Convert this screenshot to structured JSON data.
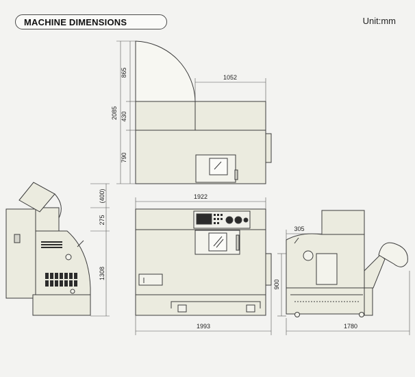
{
  "header": {
    "title": "MACHINE DIMENSIONS",
    "unit": "Unit:mm"
  },
  "dimensions": {
    "top_height_1": "865",
    "top_height_2": "430",
    "top_height_3": "790",
    "top_total": "2085",
    "top_width": "1052",
    "side_guard": "(400)",
    "side_upper": "275",
    "side_height": "1308",
    "front_width_top": "1922",
    "front_width_bottom": "1993",
    "right_offset": "305",
    "right_height": "900",
    "right_width": "1780"
  },
  "colors": {
    "body": "#ebebdf",
    "line": "#3b3b3b",
    "dark": "#2b2b2b"
  }
}
